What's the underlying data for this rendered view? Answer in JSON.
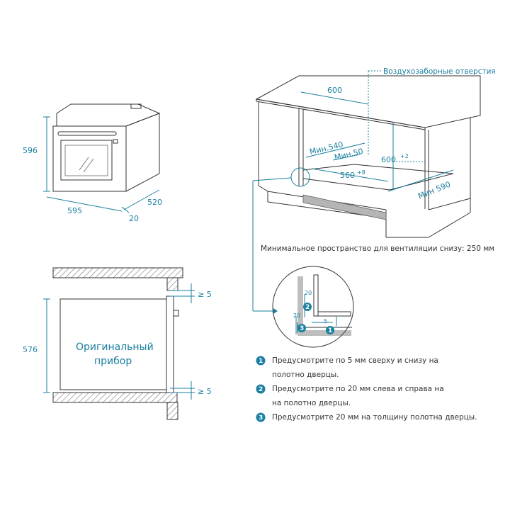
{
  "colors": {
    "accent": "#1a7fa0",
    "line": "#333333",
    "hatch": "#777777"
  },
  "oven": {
    "height": "596",
    "width": "595",
    "depth": "520",
    "door": "20"
  },
  "cabinet": {
    "air_label": "Воздухозаборные отверстия",
    "w600": "600",
    "min540": "Мин.540",
    "min50": "Мин.50",
    "h600": "600",
    "h600_tol": "+2",
    "w560": "560",
    "w560_tol": "+8",
    "min590": "Мин 590"
  },
  "ventilation_note": "Минимальное пространство для вентиляции снизу: 250 мм",
  "detail": {
    "d20_top": "20",
    "d20_left": "20",
    "d5": "5",
    "b1": "1",
    "b2": "2",
    "b3": "3"
  },
  "niche": {
    "height": "576",
    "label_line1": "Оригинальный",
    "label_line2": "прибор",
    "gap_top": "≥ 5",
    "gap_bottom": "≥ 5"
  },
  "notes": [
    {
      "num": "1",
      "line1": "Предусмотрите по 5 мм сверху и снизу на",
      "line2": "полотно дверцы."
    },
    {
      "num": "2",
      "line1": "Предусмотрите по 20 мм слева и справа на",
      "line2": "на полотно дверцы."
    },
    {
      "num": "3",
      "line1": "Предусмотрите 20 мм на толщину полотна дверцы.",
      "line2": ""
    }
  ]
}
